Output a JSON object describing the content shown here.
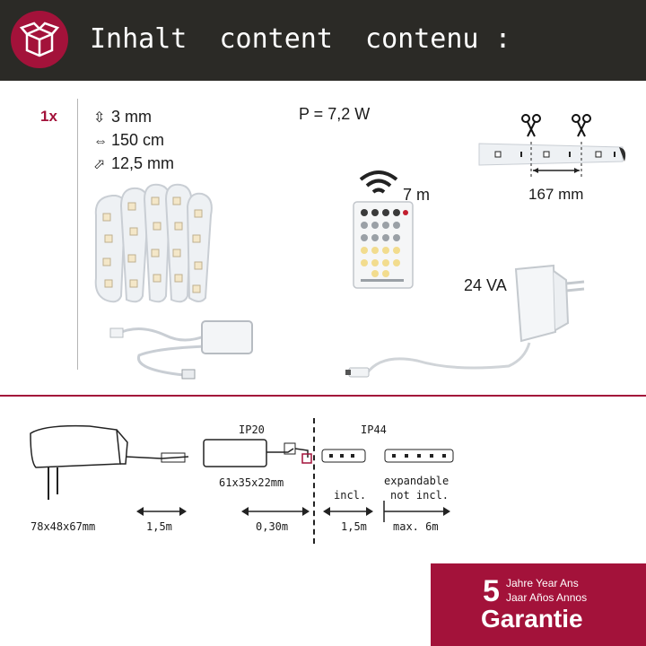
{
  "header": {
    "title": "Inhalt  content  contenu :",
    "icon": "package-box-icon",
    "badge_color": "#a3123a",
    "bg_color": "#2b2a26"
  },
  "contents": {
    "quantity": "1x",
    "dims": [
      {
        "icon": "height-arrow-icon",
        "value": "3 mm"
      },
      {
        "icon": "length-arrow-icon",
        "value": "150 cm"
      },
      {
        "icon": "width-arrow-icon",
        "value": "12,5 mm"
      }
    ],
    "power": "P = 7,2 W",
    "remote_range": "7 m",
    "voltage": "24 VA",
    "cut_interval": "167 mm"
  },
  "specs": {
    "psu_dims": "78x48x67mm",
    "cable1": "1,5m",
    "controller_ip": "IP20",
    "controller_dims": "61x35x22mm",
    "cable2": "0,30m",
    "strip_ip": "IP44",
    "incl_label": "incl.",
    "incl_len": "1,5m",
    "expandable_l1": "expandable",
    "expandable_l2": "not incl.",
    "max_len": "max. 6m"
  },
  "guarantee": {
    "years": "5",
    "line1": "Jahre Year Ans",
    "line2": "Jaar Años Annos",
    "word": "Garantie",
    "color": "#a3123a"
  }
}
